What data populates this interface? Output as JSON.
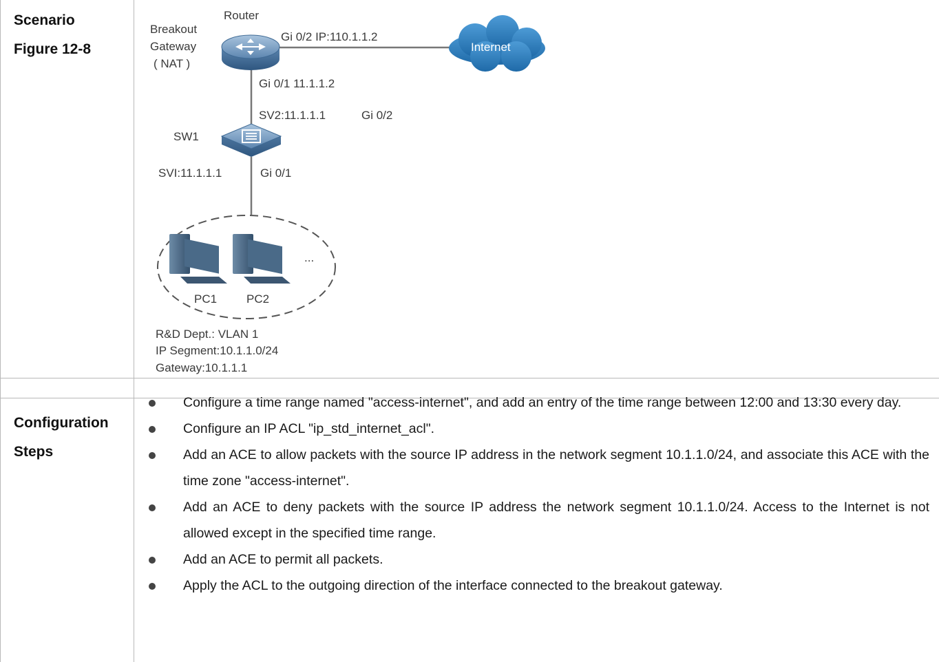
{
  "table": {
    "scenario_label_1": "Scenario",
    "scenario_label_2": "Figure 12-8",
    "config_label_1": "Configuration",
    "config_label_2": "Steps"
  },
  "diagram": {
    "router_label": "Router",
    "gateway_line1": "Breakout",
    "gateway_line2": "Gateway",
    "gateway_line3": "( NAT )",
    "router_wan": "Gi 0/2 IP:110.1.1.2",
    "internet_label": "Internet",
    "router_lan": "Gi 0/1 11.1.1.2",
    "sw1_uplink_ip": "SV2:11.1.1.1",
    "sw1_uplink_port": "Gi 0/2",
    "sw1_label": "SW1",
    "sw1_down_ip": "SVI:11.1.1.1",
    "sw1_down_port": "Gi 0/1",
    "ellipsis": "...",
    "pc1_label": "PC1",
    "pc2_label": "PC2",
    "dept_line1": "R&D Dept.: VLAN 1",
    "dept_line2": "IP Segment:10.1.1.0/24",
    "dept_line3": "Gateway:10.1.1.1"
  },
  "steps": [
    "Configure a time range named \"access-internet\", and add an entry of the time range between 12:00 and 13:30 every day.",
    "Configure an IP ACL \"ip_std_internet_acl\".",
    "Add an ACE to allow packets with the source IP address in the network segment 10.1.1.0/24, and associate this ACE with the time zone \"access-internet\".",
    "Add an ACE to deny packets with the source IP address the network segment 10.1.1.0/24. Access to the Internet is not allowed except in the specified time range.",
    "Add an ACE to permit all packets.",
    "Apply the ACL to the outgoing direction of the interface connected to the breakout gateway."
  ],
  "colors": {
    "device_blue": "#5d86b0",
    "cloud_blue": "#2f7fbf",
    "border_gray": "#b8b8b8"
  }
}
